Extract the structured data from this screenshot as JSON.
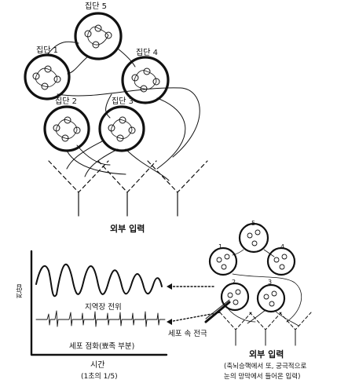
{
  "top": {
    "groups": [
      {
        "label": "집단 5"
      },
      {
        "label": "집단 4"
      },
      {
        "label": "집단 1"
      },
      {
        "label": "집단 2"
      },
      {
        "label": "집단 3"
      }
    ],
    "input_label": "외부 입력"
  },
  "bottom": {
    "y_axis_label": "전압",
    "x_axis_label": "시간",
    "x_axis_unit": "(1초의 1/5)",
    "lfp_label": "지역장 전위",
    "electrode_label": "세포 속 전극",
    "spike_label": "세포 점화(뾰족 부분)",
    "small_group_numbers": [
      "5",
      "1",
      "4",
      "2",
      "3"
    ],
    "input_label": "외부 입력",
    "input_caption_line1": "(축뇌승핵에서 또, 궁극적으로",
    "input_caption_line2": "눈의 망막에서 들어온 입력)"
  }
}
